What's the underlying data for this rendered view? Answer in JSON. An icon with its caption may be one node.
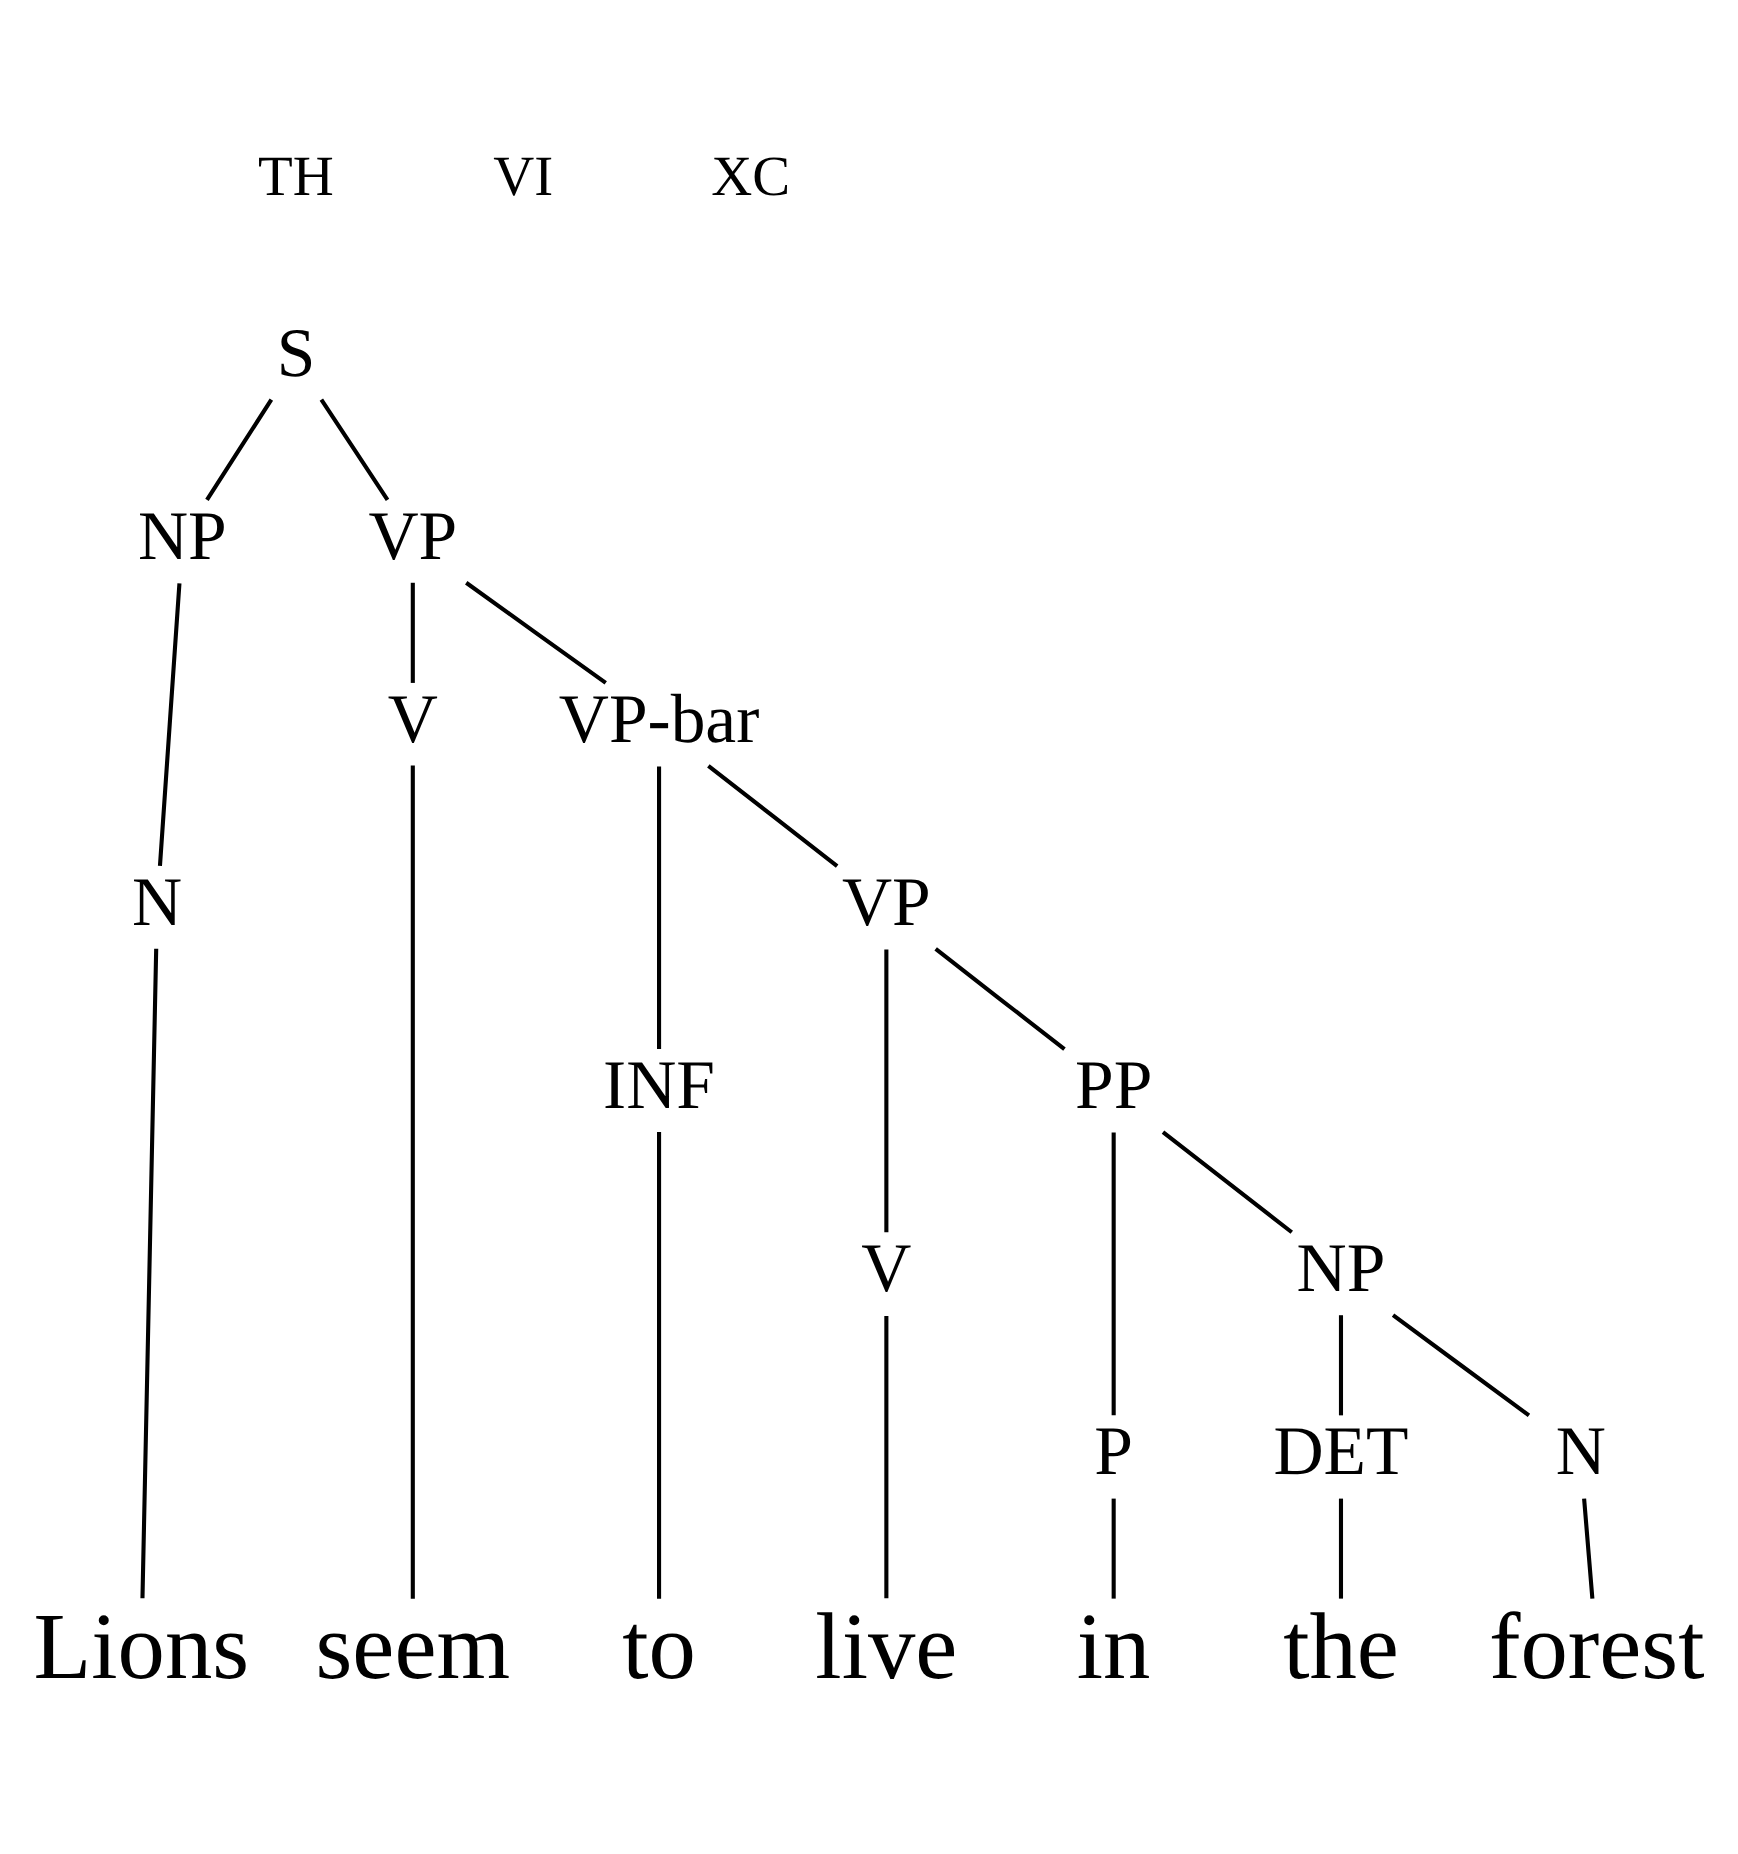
{
  "diagram": {
    "nodes": [
      {
        "text": [
          "S"
        ]
      },
      {
        "text": [
          "NP"
        ]
      },
      {
        "text": [
          "VP"
        ]
      },
      {
        "text": [
          "N"
        ]
      },
      {
        "text": [
          "V"
        ]
      },
      {
        "text": [
          "VP-bar"
        ]
      },
      {
        "text": [
          "INF"
        ]
      },
      {
        "text": [
          "VP"
        ]
      },
      {
        "text": [
          "V"
        ]
      },
      {
        "text": [
          "PP"
        ]
      },
      {
        "text": [
          "P"
        ]
      },
      {
        "text": [
          "NP"
        ]
      },
      {
        "text": [
          "DET"
        ]
      },
      {
        "text": [
          "N"
        ]
      },
      {
        "text": [
          "Lions"
        ]
      },
      {
        "text": [
          "seem"
        ]
      },
      {
        "text": [
          "to"
        ]
      },
      {
        "text": [
          "live"
        ]
      },
      {
        "text": [
          "in"
        ]
      },
      {
        "text": [
          "the"
        ]
      },
      {
        "text": [
          "forest"
        ]
      }
    ],
    "edges": [
      {
        "from": 0,
        "to": 1,
        "arrow": "none"
      },
      {
        "from": 0,
        "to": 2,
        "arrow": "none"
      },
      {
        "from": 1,
        "to": 3,
        "arrow": "none"
      },
      {
        "from": 2,
        "to": 4,
        "arrow": "none"
      },
      {
        "from": 2,
        "to": 5,
        "arrow": "none"
      },
      {
        "from": 5,
        "to": 6,
        "arrow": "none"
      },
      {
        "from": 5,
        "to": 7,
        "arrow": "none"
      },
      {
        "from": 7,
        "to": 8,
        "arrow": "none"
      },
      {
        "from": 7,
        "to": 9,
        "arrow": "none"
      },
      {
        "from": 9,
        "to": 10,
        "arrow": "none"
      },
      {
        "from": 9,
        "to": 11,
        "arrow": "none"
      },
      {
        "from": 11,
        "to": 12,
        "arrow": "none"
      },
      {
        "from": 11,
        "to": 13,
        "arrow": "none"
      },
      {
        "from": 3,
        "to": 14,
        "arrow": "none"
      },
      {
        "from": 4,
        "to": 15,
        "arrow": "none"
      },
      {
        "from": 6,
        "to": 16,
        "arrow": "none"
      },
      {
        "from": 8,
        "to": 17,
        "arrow": "none"
      },
      {
        "from": 10,
        "to": 18,
        "arrow": "none"
      },
      {
        "from": 12,
        "to": 19,
        "arrow": "none"
      },
      {
        "from": 13,
        "to": 20,
        "arrow": "none"
      }
    ],
    "labels": [
      "TH",
      "VI",
      "XC"
    ]
  }
}
